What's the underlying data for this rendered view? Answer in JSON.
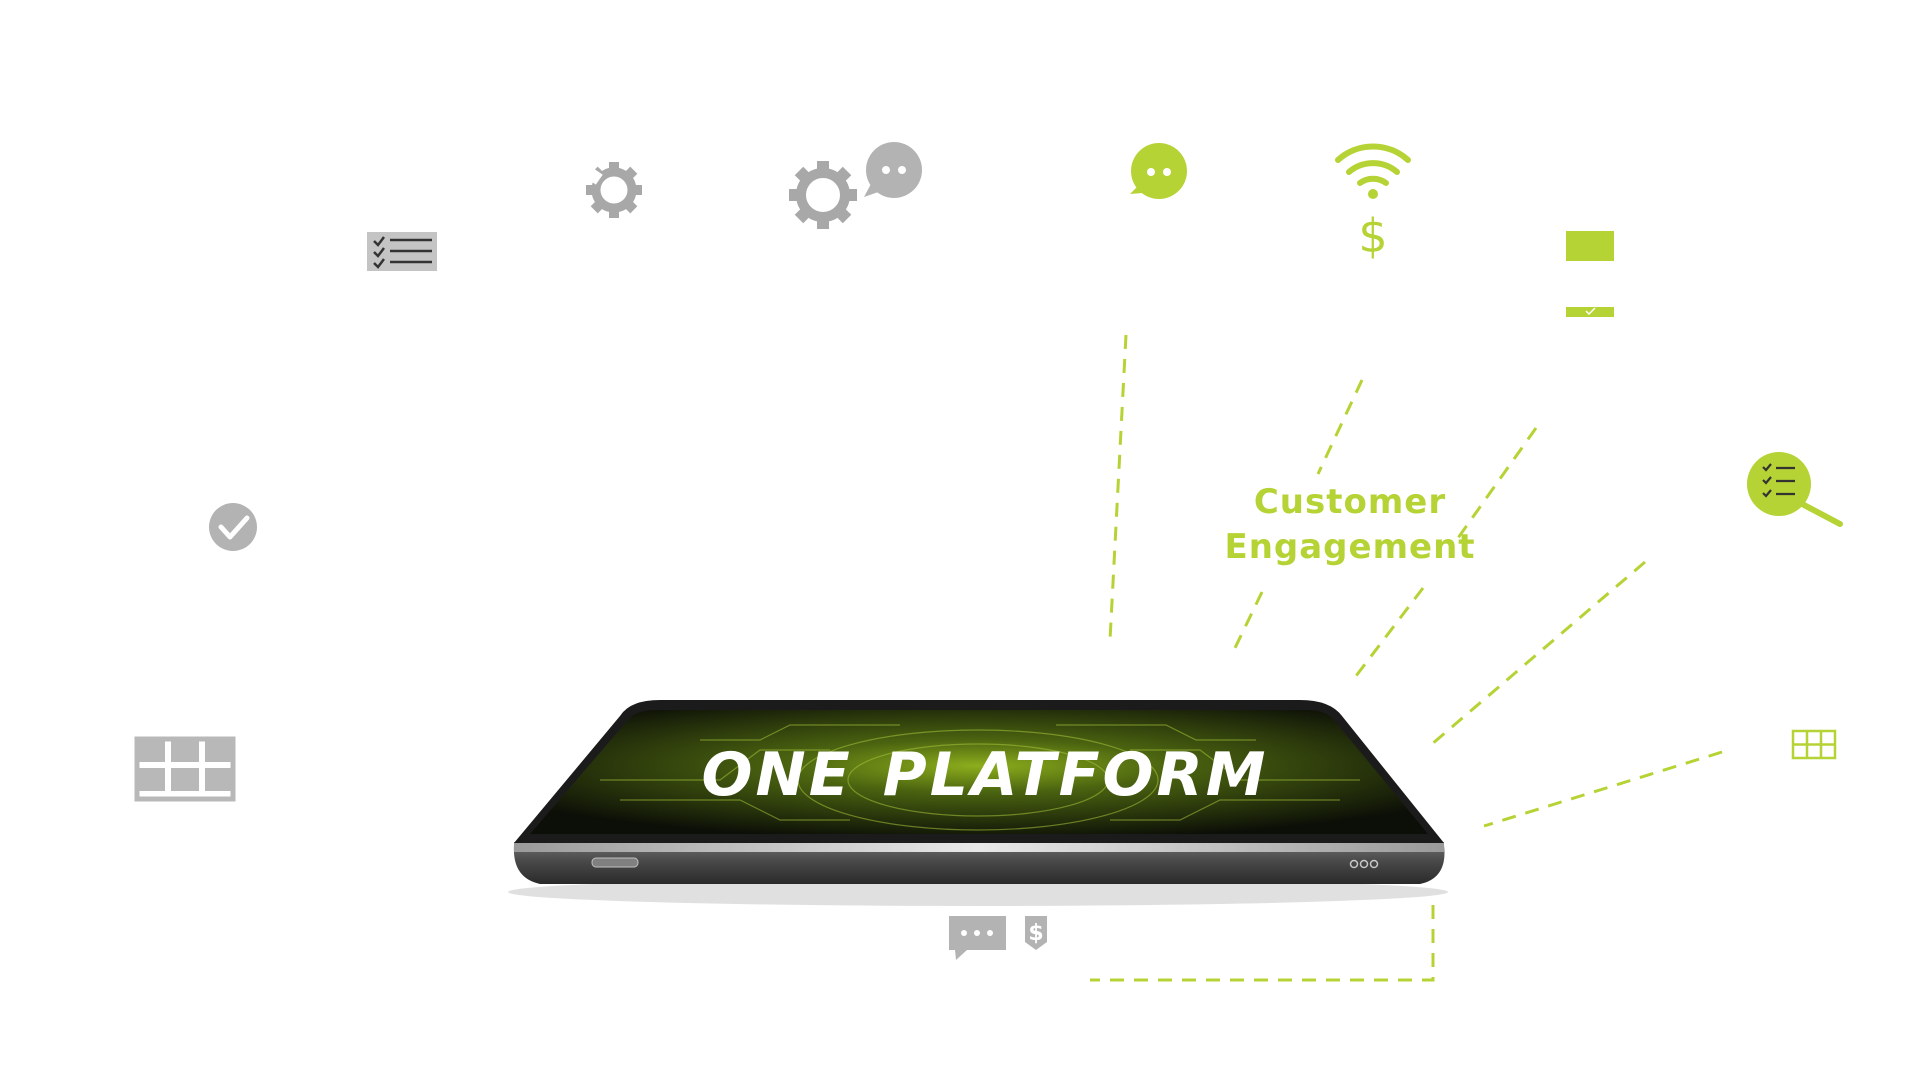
{
  "graphic": {
    "brand_text": "ONE PLATFORM",
    "brand_word_1": "ONE",
    "brand_word_2": "PLATFORM",
    "caption_line_1": "Customer",
    "caption_line_2": "Engagement"
  },
  "colors": {
    "accent": "#b5d334",
    "icon_gray": "#b3b3b3",
    "device_body": "#3d3d3d",
    "screen_dark": "#10140a",
    "screen_glow": "#6b8a16"
  },
  "icons": [
    {
      "name": "checklist-icon",
      "state": "inactive"
    },
    {
      "name": "gear-icon",
      "state": "inactive"
    },
    {
      "name": "gear-chat-icon",
      "state": "inactive"
    },
    {
      "name": "chat-bubble-icon",
      "state": "active"
    },
    {
      "name": "wifi-dollar-icon",
      "state": "active"
    },
    {
      "name": "form-checkbox-icon",
      "state": "active"
    },
    {
      "name": "checklist-magnifier-icon",
      "state": "active"
    },
    {
      "name": "check-circle-icon",
      "state": "inactive"
    },
    {
      "name": "grid-icon",
      "state": "inactive"
    },
    {
      "name": "grid-small-icon",
      "state": "active"
    },
    {
      "name": "chat-dollar-icon",
      "state": "inactive"
    }
  ]
}
